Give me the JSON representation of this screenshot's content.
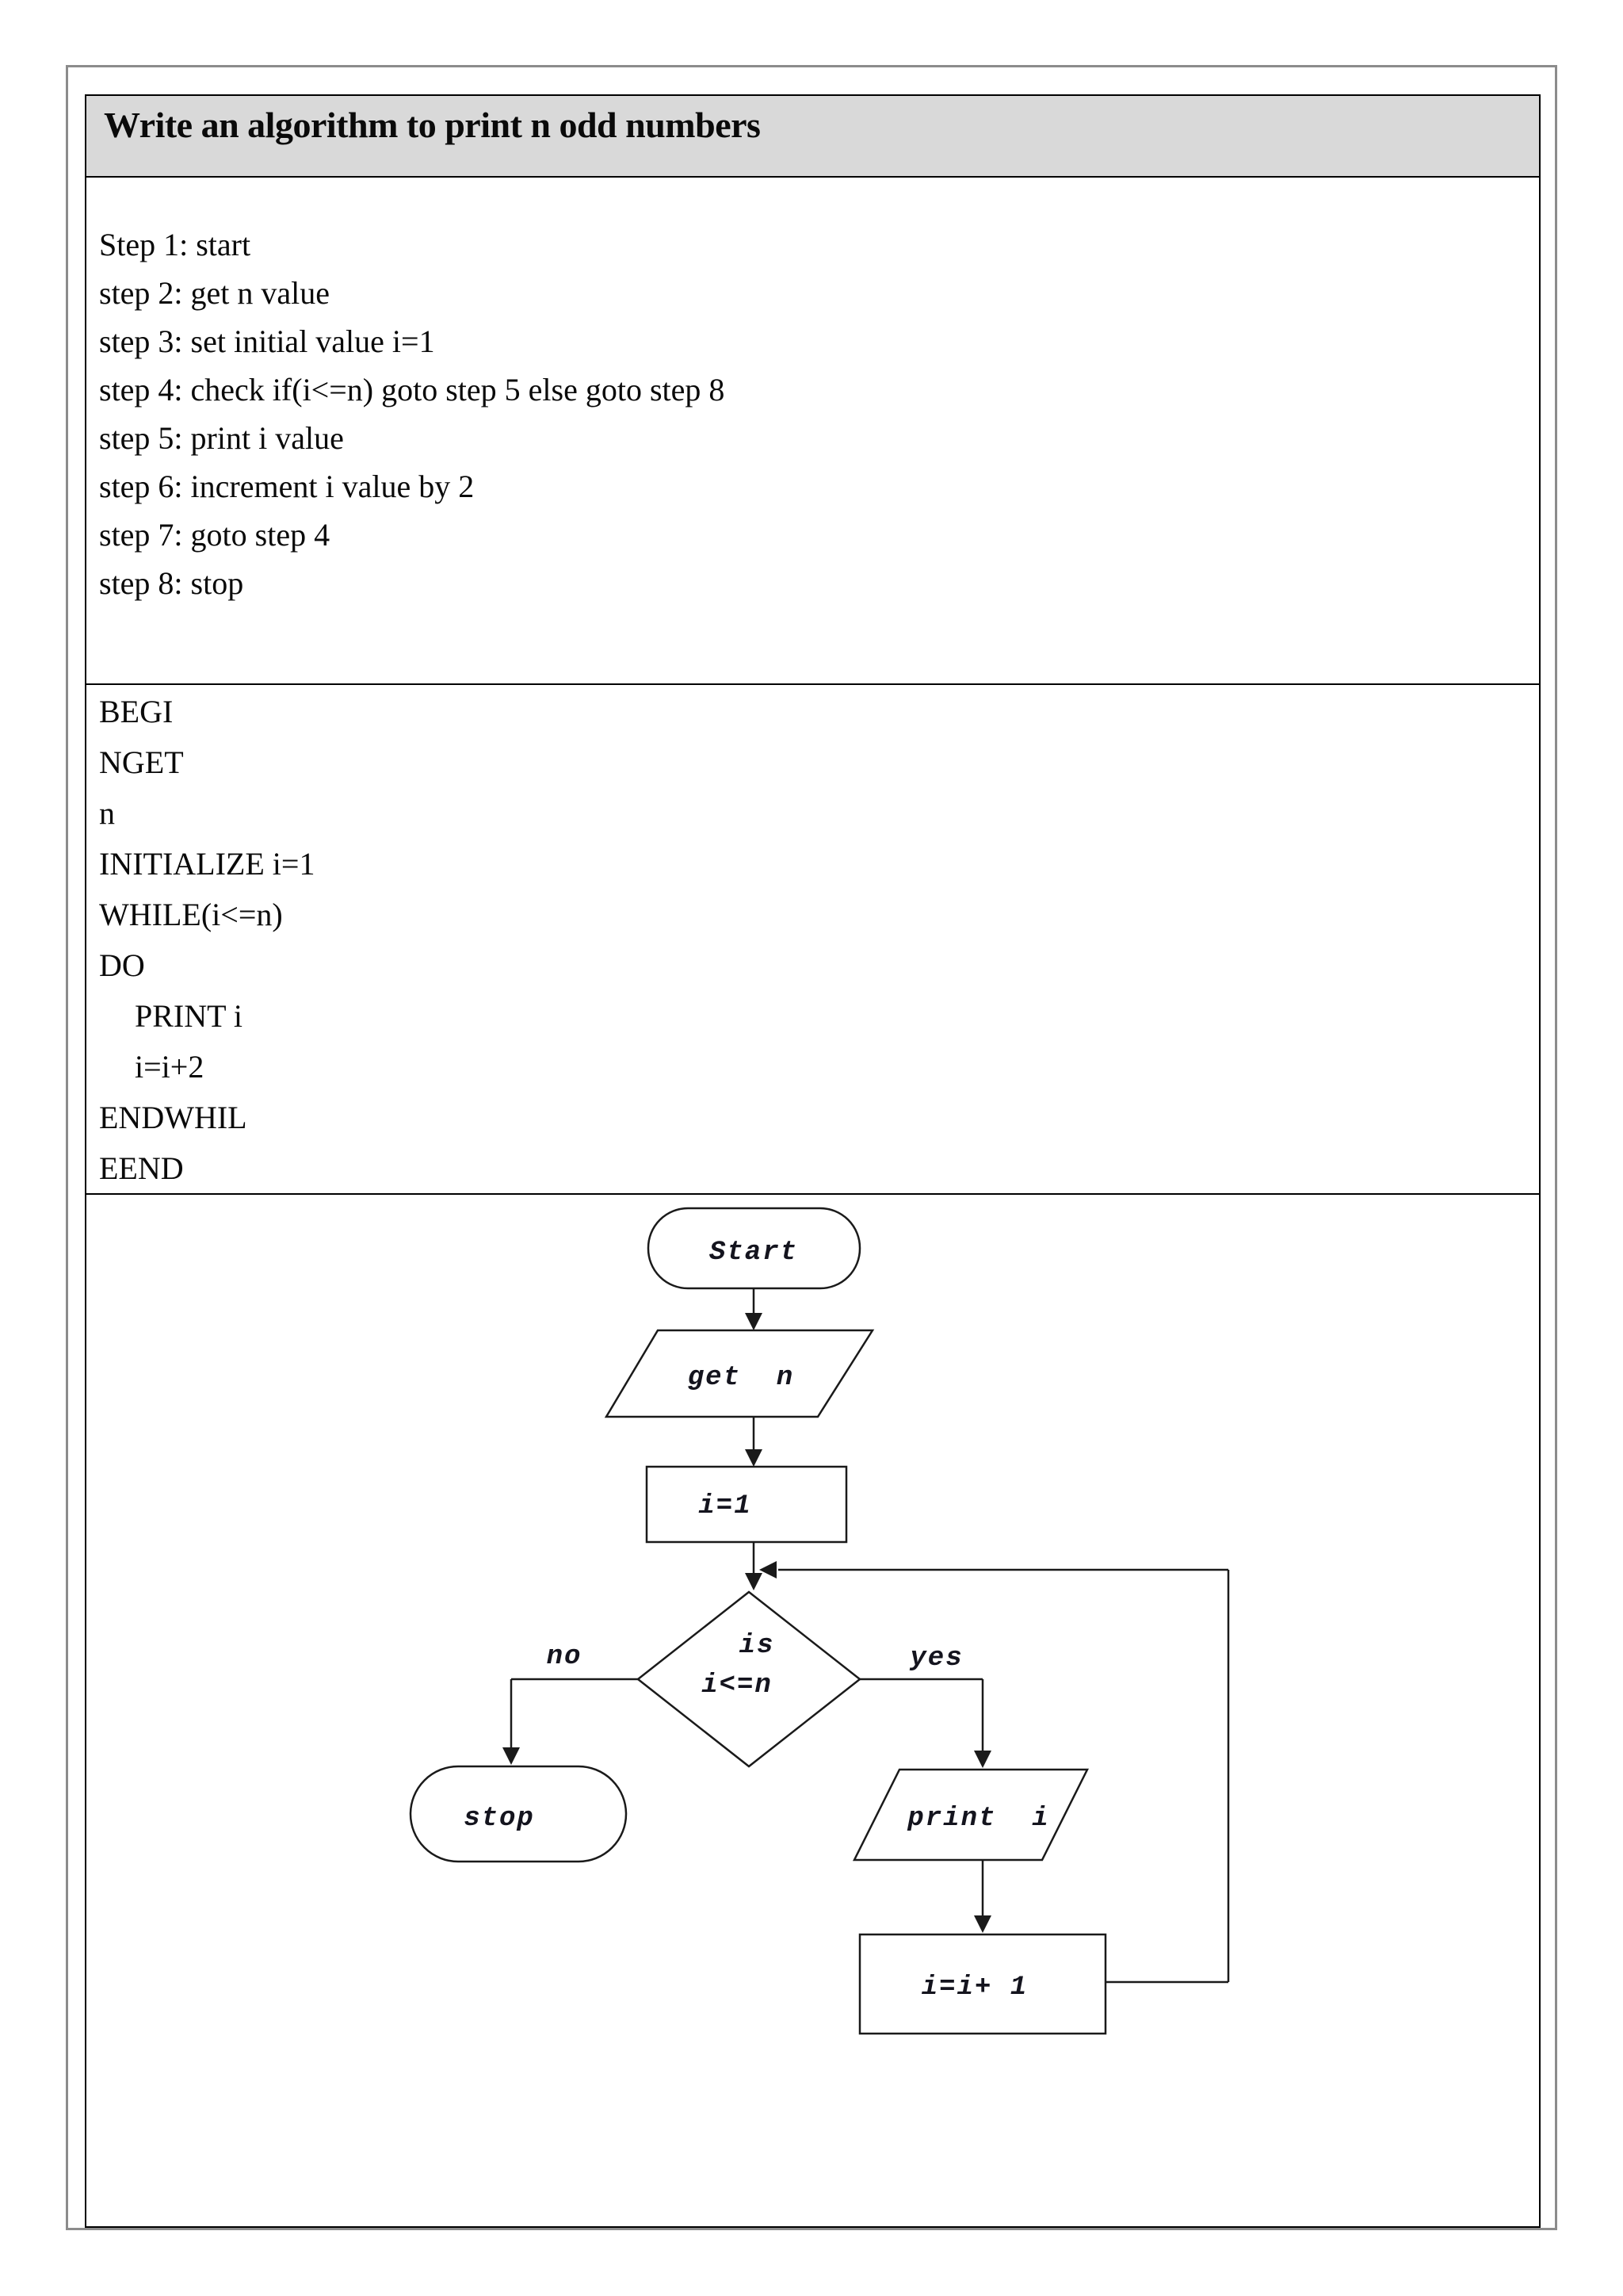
{
  "header": {
    "title": "Write an algorithm to print n odd numbers"
  },
  "algorithm_steps": [
    "Step 1: start",
    "step 2: get n value",
    "step 3: set initial value i=1",
    "step 4: check if(i<=n) goto step 5 else goto step 8",
    "step 5: print i value",
    "step 6: increment i value by 2",
    "step 7: goto step 4",
    "step 8: stop"
  ],
  "pseudocode": [
    "BEGI",
    "NGET",
    "n",
    "INITIALIZE i=1",
    "WHILE(i<=n)",
    "DO",
    "PRINT i",
    "i=i+2",
    "ENDWHIL",
    "EEND"
  ],
  "flowchart": {
    "start_label": "Start",
    "input_label": "get  n",
    "init_label": "i=1",
    "decision_line1": "is",
    "decision_line2": "i<=n",
    "no_label": "no",
    "yes_label": "yes",
    "stop_label": "stop",
    "output_label": "print  i",
    "increment_label": "i=i+ 1"
  },
  "colors": {
    "header_fill": "#d9d9d9",
    "table_border": "#000000",
    "page_border": "#8c8c8c",
    "flow_stroke": "#1a1a1a"
  }
}
